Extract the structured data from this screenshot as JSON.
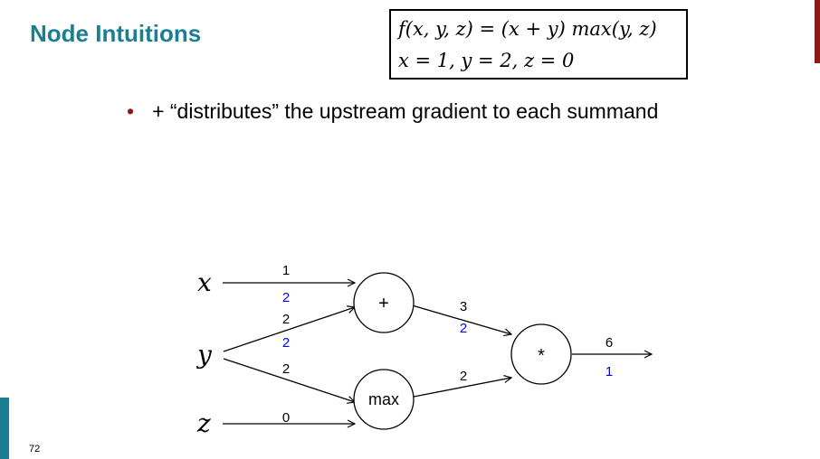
{
  "title": "Node Intuitions",
  "formula": {
    "line1": "f(x, y, z) = (x + y) max(y, z)",
    "line2": "x = 1, y = 2, z = 0"
  },
  "bullet": "+ “distributes” the upstream gradient to each summand",
  "page_number": "72",
  "graph": {
    "inputs": {
      "x": "x",
      "y": "y",
      "z": "z"
    },
    "nodes": {
      "plus": "+",
      "max": "max",
      "mul": "*"
    },
    "edges": {
      "x_plus": {
        "value": "1",
        "grad": "2"
      },
      "y_plus": {
        "value": "2",
        "grad": "2"
      },
      "y_max": {
        "value": "2"
      },
      "z_max": {
        "value": "0"
      },
      "plus_mul": {
        "value": "3",
        "grad": "2"
      },
      "max_mul": {
        "value": "2"
      },
      "out": {
        "value": "6",
        "grad": "1"
      }
    }
  },
  "colors": {
    "title": "#1a7f93",
    "grad": "#0000ff",
    "accent_red": "#8b1a1a"
  }
}
